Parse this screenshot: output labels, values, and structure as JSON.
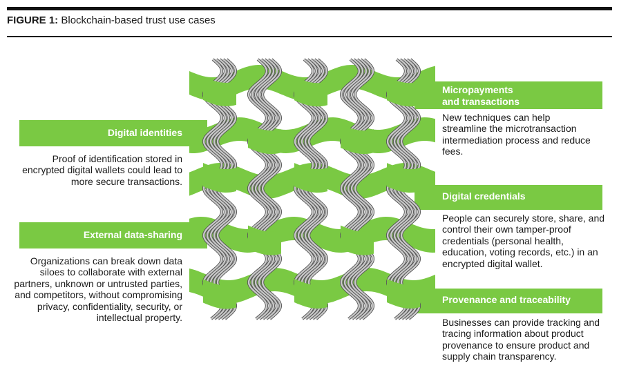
{
  "header": {
    "label": "FIGURE 1:",
    "title": "Blockchain-based trust use cases"
  },
  "colors": {
    "green": "#7ac943",
    "strand_light": "#c8c8c8",
    "strand_dark": "#555555"
  },
  "use_cases": {
    "digital_identities": {
      "title": "Digital identities",
      "description": "Proof of identification stored in encrypted digital wallets could lead to more secure transactions."
    },
    "external_data_sharing": {
      "title": "External data-sharing",
      "description": "Organizations can break down data siloes to collaborate with external partners, unknown or untrusted parties, and competitors, without compromising privacy, confidentiality, security, or intellectual property."
    },
    "micropayments": {
      "title_line1": "Micropayments",
      "title_line2": "and transactions",
      "description": "New techniques can help streamline the microtransaction intermediation process and reduce fees."
    },
    "digital_credentials": {
      "title": "Digital credentials",
      "description": "People can securely store, share, and control their own tamper-proof credentials (personal health, education, voting records, etc.) in an encrypted digital wallet."
    },
    "provenance": {
      "title": "Provenance and traceability",
      "description": "Businesses can provide tracking and tracing information about product provenance to ensure product and supply chain transparency."
    }
  }
}
